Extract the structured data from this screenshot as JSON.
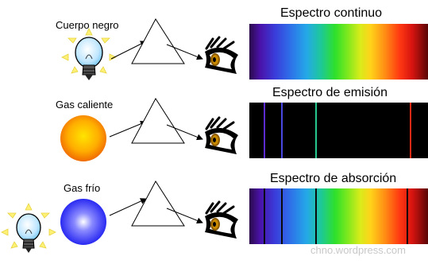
{
  "rows": [
    {
      "source_label": "Cuerpo negro",
      "spectrum_title": "Espectro continuo"
    },
    {
      "source_label": "Gas caliente",
      "spectrum_title": "Espectro de emisión"
    },
    {
      "source_label": "Gas frío",
      "spectrum_title": "Espectro de absorción"
    }
  ],
  "emission_lines": [
    {
      "color": "#5a2ad0"
    },
    {
      "color": "#4848e0"
    },
    {
      "color": "#26c890"
    },
    {
      "color": "#e02a14"
    }
  ],
  "watermark": "chno.wordpress.com"
}
